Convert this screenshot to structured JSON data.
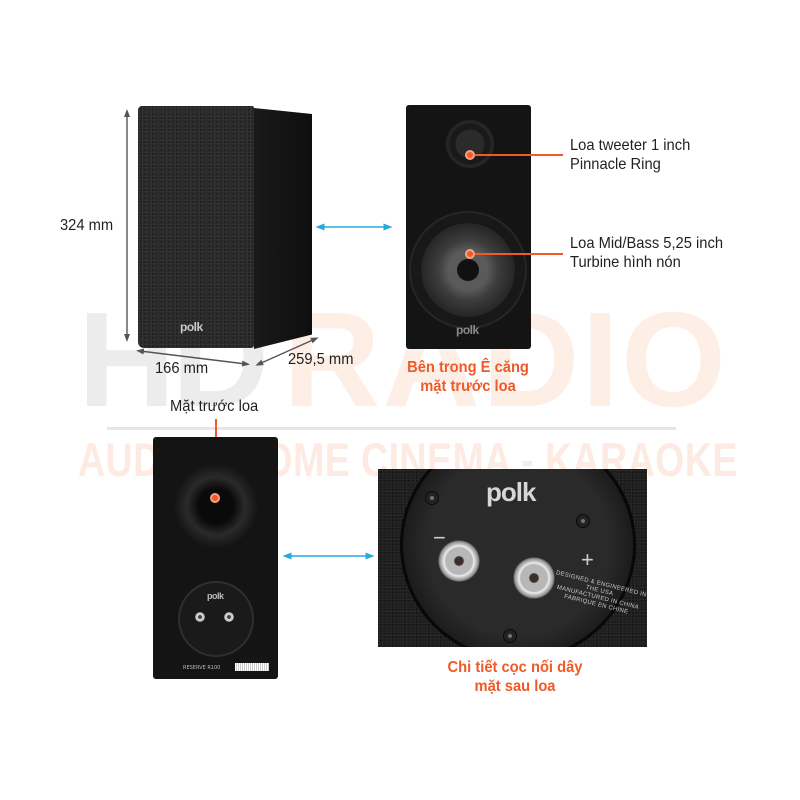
{
  "watermark": {
    "brand_left": "HD",
    "brand_right": "RADIO",
    "tagline": "AUDIO - HOME CINEMA - KARAOKE"
  },
  "dimensions": {
    "height": "324 mm",
    "width": "166 mm",
    "depth": "259,5 mm"
  },
  "speaker_brand": "polk",
  "front_view": {
    "caption_line1": "Bên trong Ê căng",
    "caption_line2": "mặt trước loa",
    "callouts": [
      {
        "line1": "Loa tweeter 1 inch",
        "line2": "Pinnacle Ring"
      },
      {
        "line1": "Loa Mid/Bass 5,25 inch",
        "line2": "Turbine hình nón"
      }
    ]
  },
  "rear_view": {
    "label": "Mặt trước loa",
    "model": "RESERVE R100"
  },
  "terminal_detail": {
    "caption_line1": "Chi tiết cọc nối dây",
    "caption_line2": "mặt sau loa",
    "minus": "−",
    "plus": "+",
    "fine_print": [
      "DESIGNED & ENGINEERED IN THE USA",
      "MANUFACTURED IN CHINA",
      "FABRIQUE EN CHINE"
    ]
  },
  "colors": {
    "accent": "#ef5a28",
    "arrow": "#29a8e0",
    "dimension_arrow": "#555555",
    "text": "#231f20"
  }
}
